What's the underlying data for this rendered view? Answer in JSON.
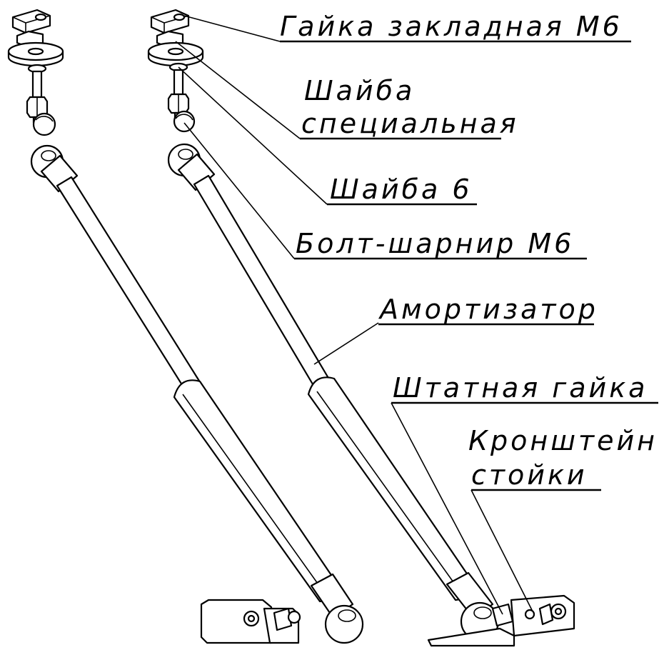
{
  "labels": {
    "insert_nut": "Гайка закладная М6",
    "special_washer_line1": "Шайба",
    "special_washer_line2": "специальная",
    "washer": "Шайба 6",
    "ball_bolt": "Болт-шарнир М6",
    "damper": "Амортизатор",
    "stock_nut": "Штатная гайка",
    "bracket_line1": "Кронштейн",
    "bracket_line2": "стойки"
  }
}
